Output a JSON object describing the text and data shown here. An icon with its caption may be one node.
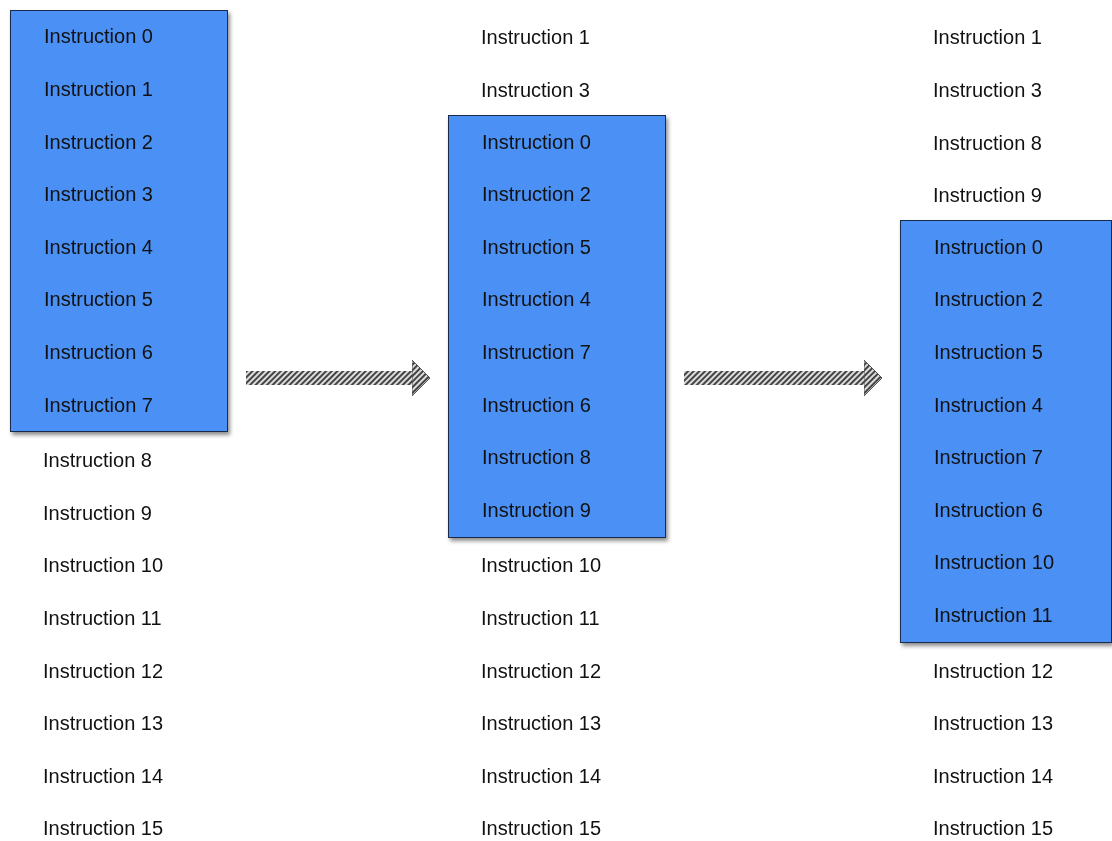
{
  "diagram": {
    "nodes": [
      {
        "text": [
          "Instruction 0",
          "Instruction 1",
          "Instruction 2",
          "Instruction 3",
          "Instruction 4",
          "Instruction 5",
          "Instruction 6",
          "Instruction 7"
        ]
      },
      {
        "text": [
          "Instruction 0",
          "Instruction 2",
          "Instruction 5",
          "Instruction 4",
          "Instruction 7",
          "Instruction 6",
          "Instruction 8",
          "Instruction 9"
        ]
      },
      {
        "text": [
          "Instruction 0",
          "Instruction 2",
          "Instruction 5",
          "Instruction 4",
          "Instruction 7",
          "Instruction 6",
          "Instruction 10",
          "Instruction 11"
        ]
      }
    ],
    "edges": [
      {
        "from": 0,
        "to": 1,
        "arrow": "to",
        "style": "thick"
      },
      {
        "from": 1,
        "to": 2,
        "arrow": "to",
        "style": "thick"
      }
    ],
    "labels": [
      "Instruction 8",
      "Instruction 9",
      "Instruction 10",
      "Instruction 11",
      "Instruction 12",
      "Instruction 13",
      "Instruction 14",
      "Instruction 15",
      "Instruction 1",
      "Instruction 3",
      "Instruction 10",
      "Instruction 11",
      "Instruction 12",
      "Instruction 13",
      "Instruction 14",
      "Instruction 15",
      "Instruction 1",
      "Instruction 3",
      "Instruction 8",
      "Instruction 9",
      "Instruction 12",
      "Instruction 13",
      "Instruction 14",
      "Instruction 15"
    ]
  }
}
